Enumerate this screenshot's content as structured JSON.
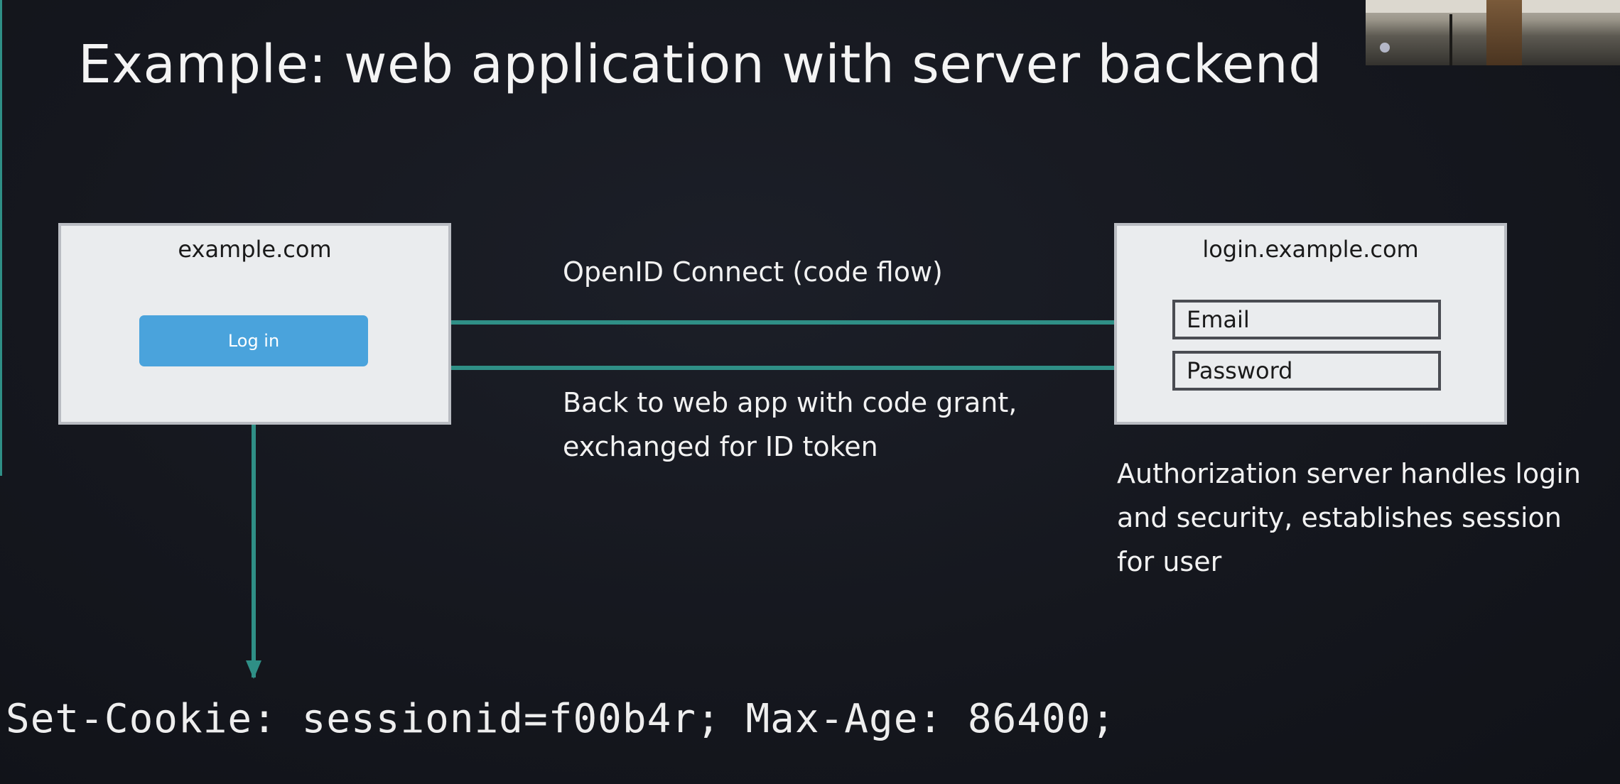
{
  "slide": {
    "title": "Example: web application with server backend"
  },
  "client_box": {
    "domain": "example.com",
    "login_button": "Log in"
  },
  "server_box": {
    "domain": "login.example.com",
    "email_field": "Email",
    "password_field": "Password"
  },
  "labels": {
    "flow": "OpenID Connect (code flow)",
    "back": "Back to web app with code grant, exchanged for ID token",
    "auth": "Authorization server handles login and security, establishes session for user"
  },
  "cookie_line": "Set-Cookie: sessionid=f00b4r; Max-Age: 86400;",
  "colors": {
    "background": "#15171e",
    "arrow": "#2f8f86",
    "button": "#4aa3dc",
    "box": "#eaecee"
  }
}
